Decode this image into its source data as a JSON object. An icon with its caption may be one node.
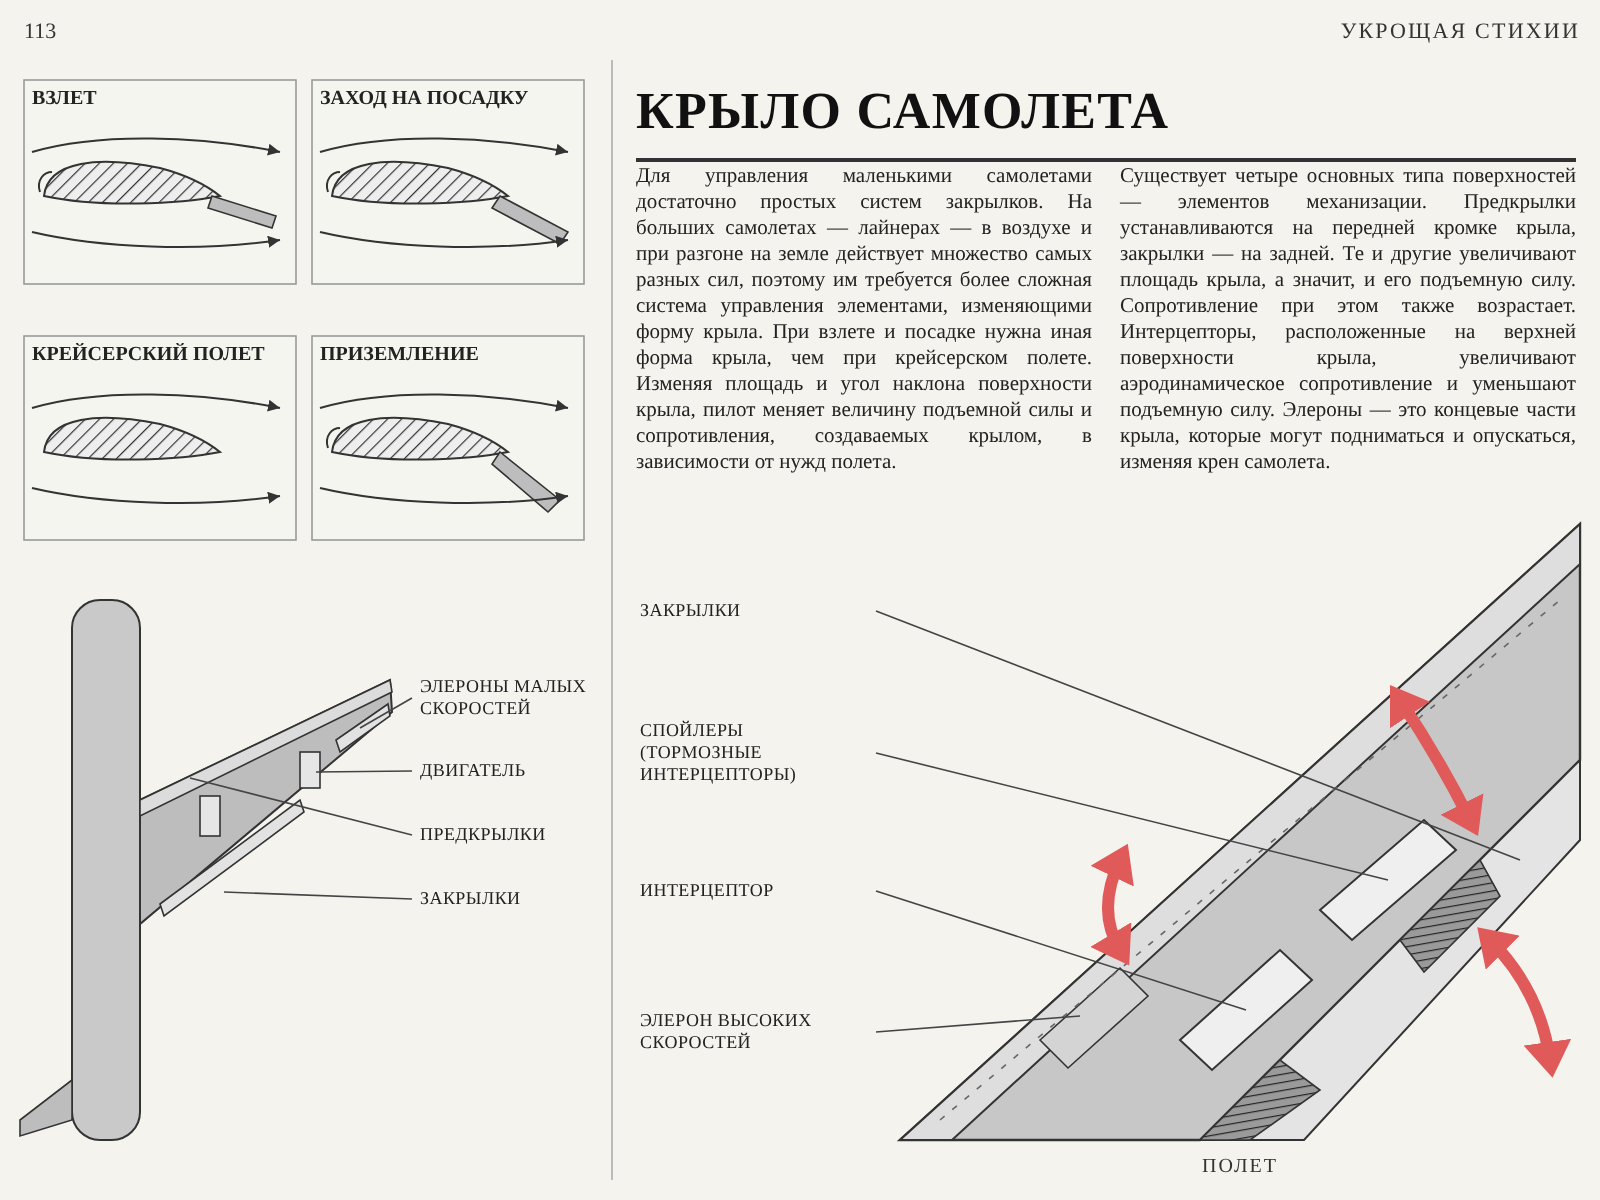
{
  "diagram": {
    "title": "КРЫЛО САМОЛЕТА",
    "nodes": [
      {
        "text": [
          "ЭЛЕРОНЫ МАЛЫХ СКОРОСТЕЙ"
        ]
      },
      {
        "text": [
          "ДВИГАТЕЛЬ"
        ]
      },
      {
        "text": [
          "ПРЕДКРЫЛКИ"
        ]
      },
      {
        "text": [
          "ЗАКРЫЛКИ"
        ]
      },
      {
        "text": [
          "ЗАКРЫЛКИ"
        ]
      },
      {
        "text": [
          "СПОЙЛЕРЫ (ТОРМОЗНЫЕ ИНТЕРЦЕПТОРЫ)"
        ]
      },
      {
        "text": [
          "ИНТЕРЦЕПТОР"
        ]
      },
      {
        "text": [
          "ЭЛЕРОН ВЫСОКИХ СКОРОСТЕЙ"
        ]
      }
    ],
    "edges": [
      {
        "from": 0,
        "to": null,
        "arrow": "none"
      },
      {
        "from": 1,
        "to": null,
        "arrow": "none"
      },
      {
        "from": 2,
        "to": null,
        "arrow": "none"
      },
      {
        "from": 3,
        "to": null,
        "arrow": "none"
      },
      {
        "from": 4,
        "to": null,
        "arrow": "none"
      },
      {
        "from": 5,
        "to": null,
        "arrow": "none"
      },
      {
        "from": 6,
        "to": null,
        "arrow": "none"
      },
      {
        "from": 7,
        "to": null,
        "arrow": "none"
      }
    ],
    "labels": [
      "113",
      "УКРОЩАЯ СТИХИИ",
      "Для управления маленькими самолетами достаточно простых систем закрылков. На больших самолетах — лайнерах — в воздухе и при разгоне на земле действует множество самых разных сил, поэтому им требуется более сложная система управления элементами, изменяющими форму крыла. При взлете и посадке нужна иная форма крыла, чем при крейсерском полете. Изменяя площадь и угол наклона поверхности крыла, пилот меняет величину подъемной силы и сопротивления, создаваемых крылом, в зависимости от нужд полета.",
      "Существует четыре основных типа поверхностей — элементов механизации. Предкрылки устанавливаются на передней кромке крыла, закрылки — на задней. Те и другие увеличивают площадь крыла, а значит, и его подъемную силу. Сопротивление при этом также возрастает. Интерцепторы, расположенные на верхней поверхности крыла, увеличивают аэродинамическое сопротивление и уменьшают подъемную силу. Элероны — это концевые части крыла, которые могут подниматься и опускаться, изменяя крен самолета.",
      "ВЗЛЕТ",
      "ЗАХОД НА ПОСАДКУ",
      "КРЕЙСЕРСКИЙ ПОЛЕТ",
      "ПРИЗЕМЛЕНИЕ",
      "ПОЛЕТ"
    ]
  }
}
